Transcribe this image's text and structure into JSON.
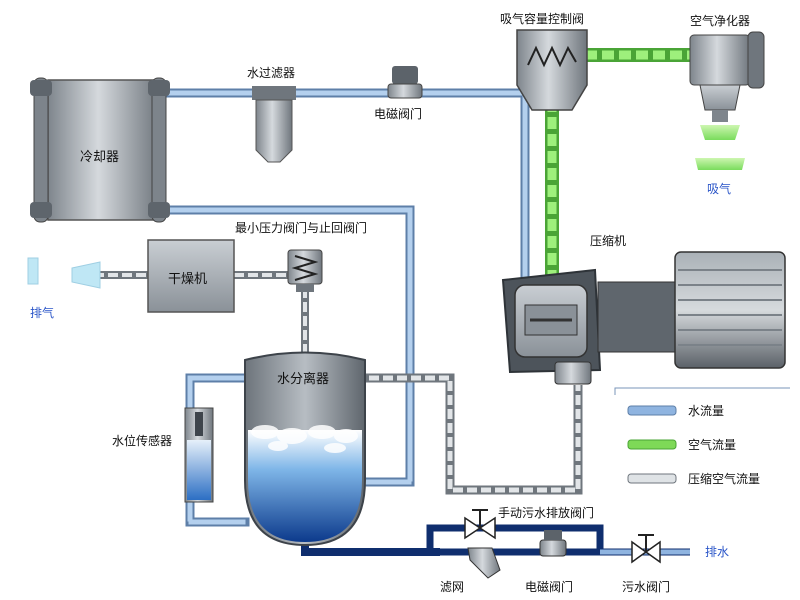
{
  "labels": {
    "cooler": "冷却器",
    "water_filter": "水过滤器",
    "solenoid_valve_top": "电磁阀门",
    "intake_control_valve": "吸气容量控制阀",
    "air_purifier": "空气净化器",
    "intake": "吸气",
    "min_pressure_check_valve": "最小压力阀门与止回阀门",
    "compressor": "压缩机",
    "exhaust": "排气",
    "dryer": "干燥机",
    "water_separator": "水分离器",
    "water_level_sensor": "水位传感器",
    "manual_drain_valve": "手动污水排放阀门",
    "drain": "排水",
    "strainer": "滤网",
    "solenoid_valve_bottom": "电磁阀门",
    "sewage_valve": "污水阀门"
  },
  "legend": {
    "items": [
      {
        "label": "水流量",
        "color": "#8fb4e0"
      },
      {
        "label": "空气流量",
        "color": "#7ed957"
      },
      {
        "label": "压缩空气流量",
        "color": "#c9ced3"
      }
    ]
  },
  "colors": {
    "water_pipe": "#8fb4e0",
    "dark_water_pipe": "#0f2e6e",
    "air_pipe": "#5fd34a",
    "compressed_pipe": "#c9ced3",
    "equipment": "#a9b0b7",
    "label_blue": "#2a55c8"
  }
}
